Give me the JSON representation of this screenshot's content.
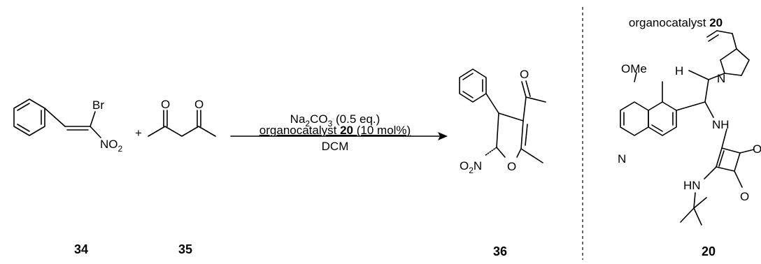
{
  "catalyst_header": {
    "text": "organocatalyst ",
    "number": "20"
  },
  "compound_labels": [
    "34",
    "35",
    "36",
    "20"
  ],
  "plus": "+",
  "reagents": {
    "line1": {
      "a": "Na",
      "sub": "2",
      "b": "CO",
      "sub2": "3",
      "c": " (0.5 eq.)"
    },
    "line2": {
      "text": "organocatalyst ",
      "number": "20",
      "tail": " (10 mol%)"
    },
    "line3": "DCM"
  },
  "atoms": {
    "br": "Br",
    "no2": {
      "n": "NO",
      "sub": "2"
    },
    "o": "O",
    "o2n": {
      "o": "O",
      "sub": "2",
      "n": "N"
    },
    "ome": "OMe",
    "h": "H",
    "n": "N",
    "nh": "NH",
    "hn": "HN"
  }
}
